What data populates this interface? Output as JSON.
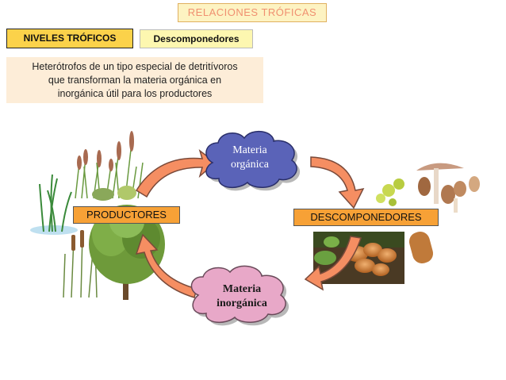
{
  "header": {
    "title": "RELACIONES TRÓFICAS"
  },
  "tags": {
    "niveles": "NIVELES TRÓFICOS",
    "section": "Descomponedores"
  },
  "description": {
    "line1": "Heterótrofos de un tipo especial de detritívoros",
    "line2": "que transforman la materia orgánica en",
    "line3": "inorgánica útil para los productores"
  },
  "diagram": {
    "productores_label": "PRODUCTORES",
    "descomponedores_label": "DESCOMPONEDORES",
    "materia_organica": {
      "line1": "Materia",
      "line2": "orgánica"
    },
    "materia_inorganica": {
      "line1": "Materia",
      "line2": "inorgánica"
    }
  },
  "colors": {
    "label_orange": "#f7a136",
    "arrow_orange": "#f58e62",
    "cloud_blue": "#5a63b8",
    "cloud_pink": "#e8a8c8",
    "title_text": "#f09070"
  }
}
